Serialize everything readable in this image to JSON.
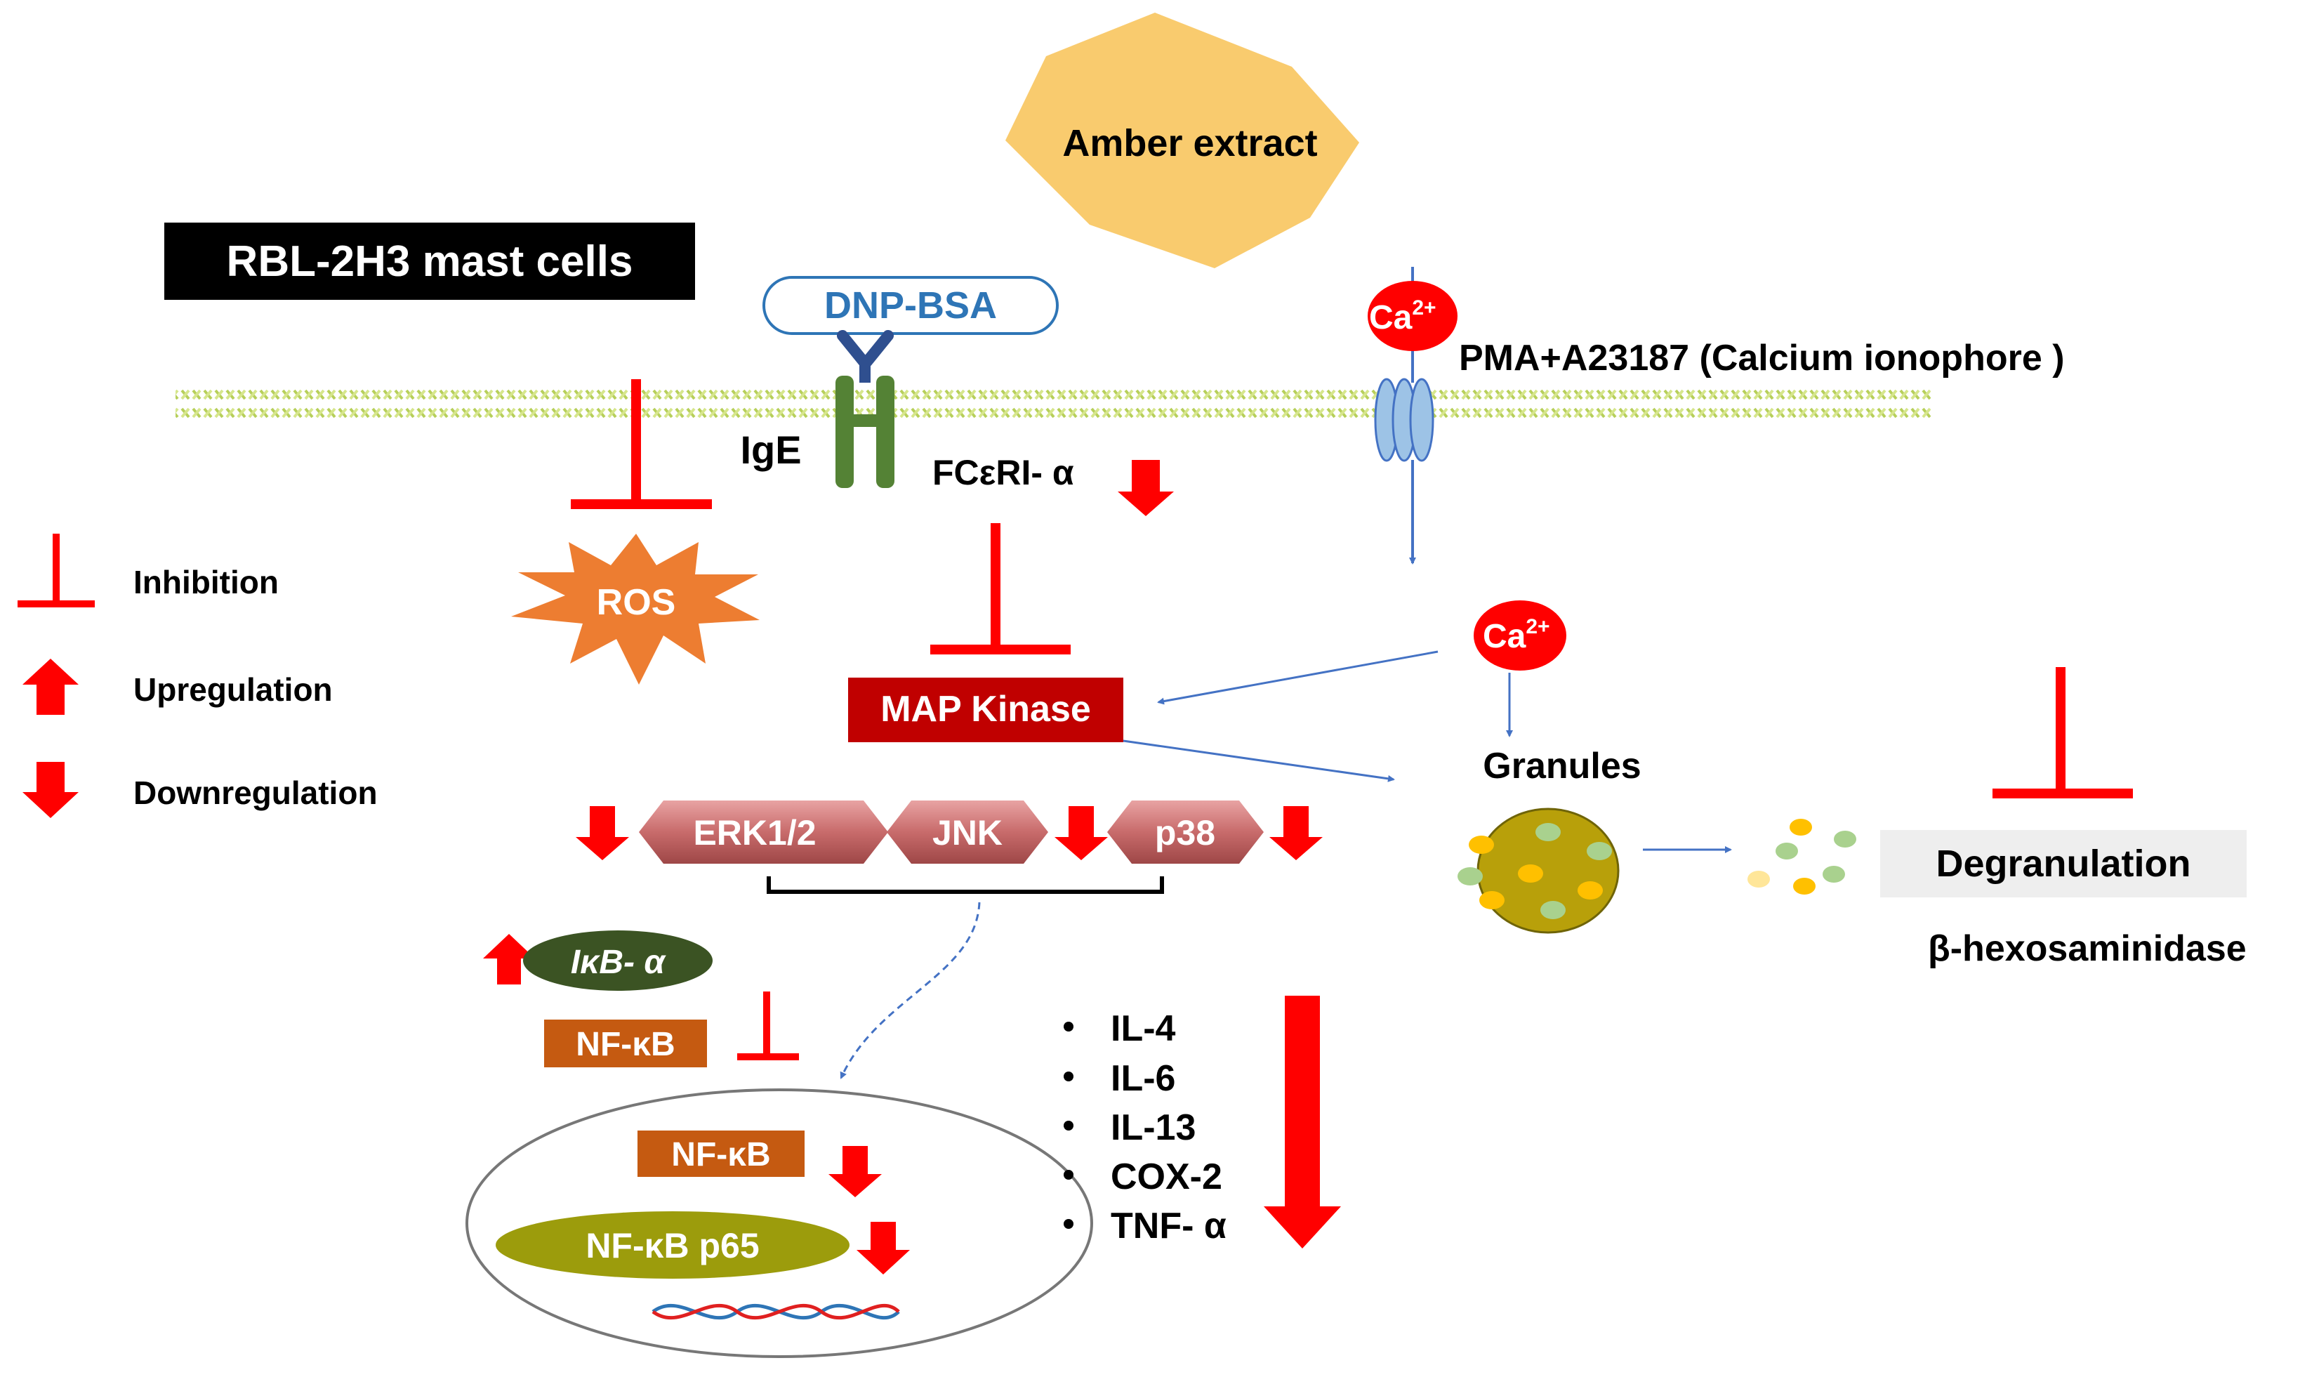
{
  "title_box": "RBL-2H3 mast cells",
  "treatment": "Amber extract",
  "antigen": "DNP-BSA",
  "antibody": "IgE",
  "receptor": "FCεRI- α",
  "calcium_label": "Ca",
  "calcium_charge": "2+",
  "ionophore": "PMA+A23187 (Calcium ionophore )",
  "ros": "ROS",
  "map_kinase": "MAP Kinase",
  "kinases": [
    "ERK1/2",
    "JNK",
    "p38"
  ],
  "ikb": "IκB- α",
  "nfkb_cytoplasm": "NF-κB",
  "nfkb_nucleus": "NF-κB",
  "nfkb_p65": "NF-κB p65",
  "granules": "Granules",
  "degranulation": "Degranulation",
  "hexosaminidase": "β-hexosaminidase",
  "cytokines": [
    "IL-4",
    "IL-6",
    "IL-13",
    "COX-2",
    "TNF- α"
  ],
  "legend": {
    "inhibition": "Inhibition",
    "upregulation": "Upregulation",
    "downregulation": "Downregulation"
  },
  "colors": {
    "red": "#ff0000",
    "dark_red": "#c00000",
    "orange": "#ed7d31",
    "amber": "#f9cb6e",
    "kinase_pink": "#d47b7b",
    "ikb_green": "#3b5323",
    "nfkb_brown": "#c55a11",
    "olive": "#9c9c0c",
    "blue_arrow": "#4472c4",
    "membrane": "#c5d96b"
  }
}
